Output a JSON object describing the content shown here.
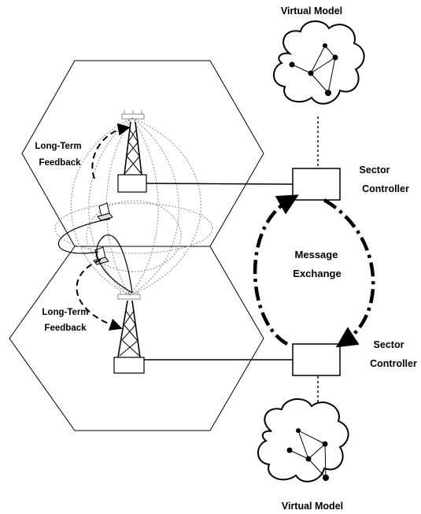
{
  "labels": {
    "virtual_model_top": "Virtual Model",
    "virtual_model_bottom": "Virtual Model",
    "sector_controller_top_line1": "Sector",
    "sector_controller_top_line2": "Controller",
    "sector_controller_bottom_line1": "Sector",
    "sector_controller_bottom_line2": "Controller",
    "message_exchange_line1": "Message",
    "message_exchange_line2": "Exchange",
    "feedback_top_line1": "Long-Term",
    "feedback_top_line2": "Feedback",
    "feedback_bottom_line1": "Long-Term",
    "feedback_bottom_line2": "Feedback"
  },
  "colors": {
    "stroke": "#000000",
    "dotted": "#888888",
    "background": "#ffffff"
  }
}
